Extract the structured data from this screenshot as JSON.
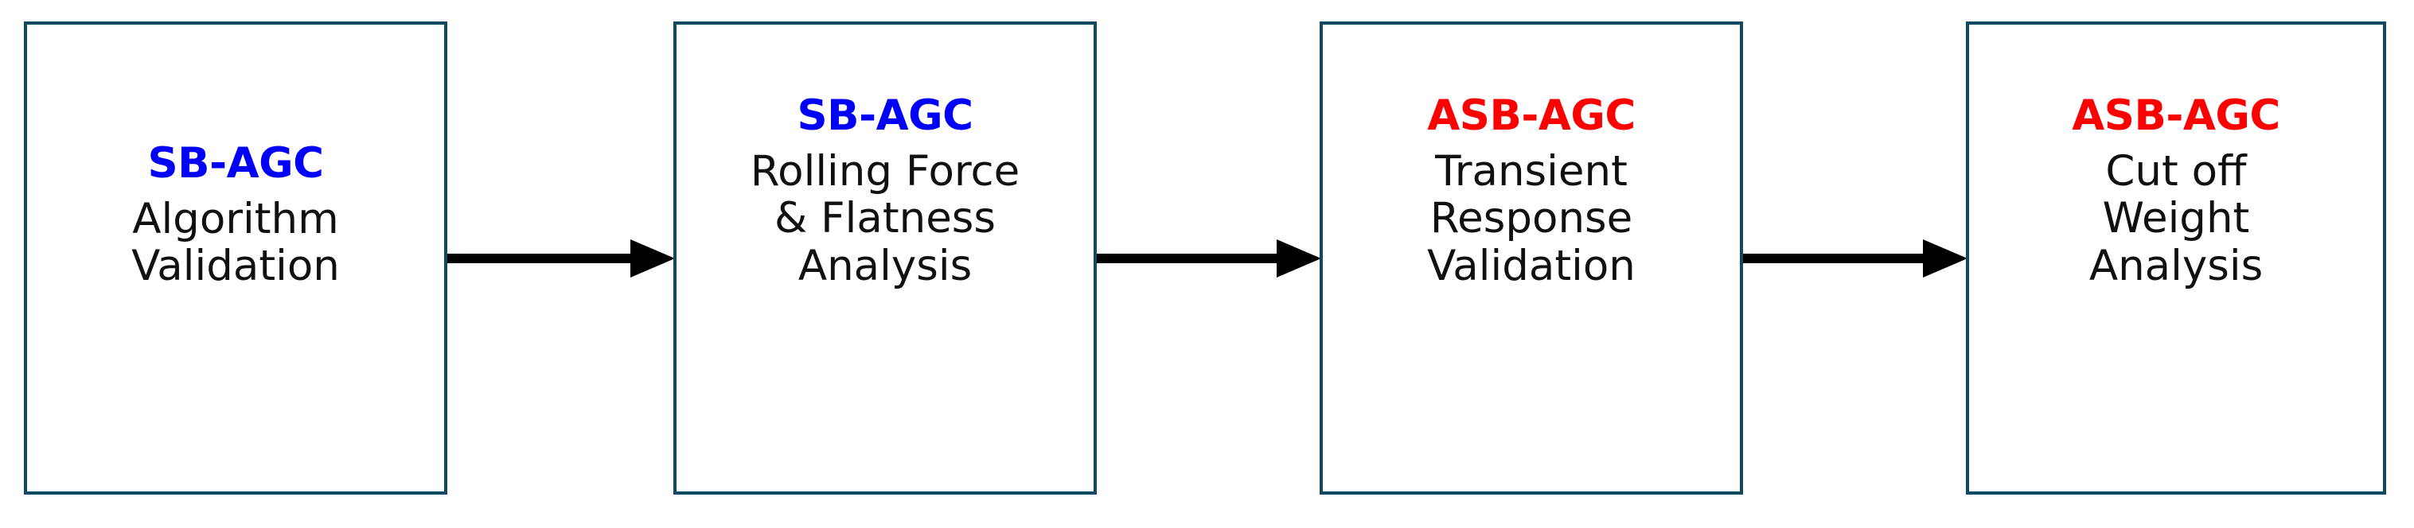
{
  "diagram": {
    "type": "horizontal-process-flow",
    "background_color": "#ffffff",
    "box_border_color": "#0f4a63",
    "arrow_color": "#000000",
    "accent_colors": {
      "sb_agc": "#0000fa",
      "asb_agc": "#fd0000",
      "body_text": "#101010"
    },
    "nodes": [
      {
        "id": "node-1",
        "title": "SB-AGC",
        "title_color_key": "sb_agc",
        "lines": [
          "Algorithm",
          "Validation"
        ]
      },
      {
        "id": "node-2",
        "title": "SB-AGC",
        "title_color_key": "sb_agc",
        "lines": [
          "Rolling Force",
          "& Flatness",
          "Analysis"
        ]
      },
      {
        "id": "node-3",
        "title": "ASB-AGC",
        "title_color_key": "asb_agc",
        "lines": [
          "Transient",
          "Response",
          "Validation"
        ]
      },
      {
        "id": "node-4",
        "title": "ASB-AGC",
        "title_color_key": "asb_agc",
        "lines": [
          "Cut off",
          "Weight",
          "Analysis"
        ]
      }
    ],
    "connectors": [
      {
        "id": "arrow-1",
        "from": "node-1",
        "to": "node-2",
        "direction": "right"
      },
      {
        "id": "arrow-2",
        "from": "node-2",
        "to": "node-3",
        "direction": "right"
      },
      {
        "id": "arrow-3",
        "from": "node-3",
        "to": "node-4",
        "direction": "right"
      }
    ]
  }
}
